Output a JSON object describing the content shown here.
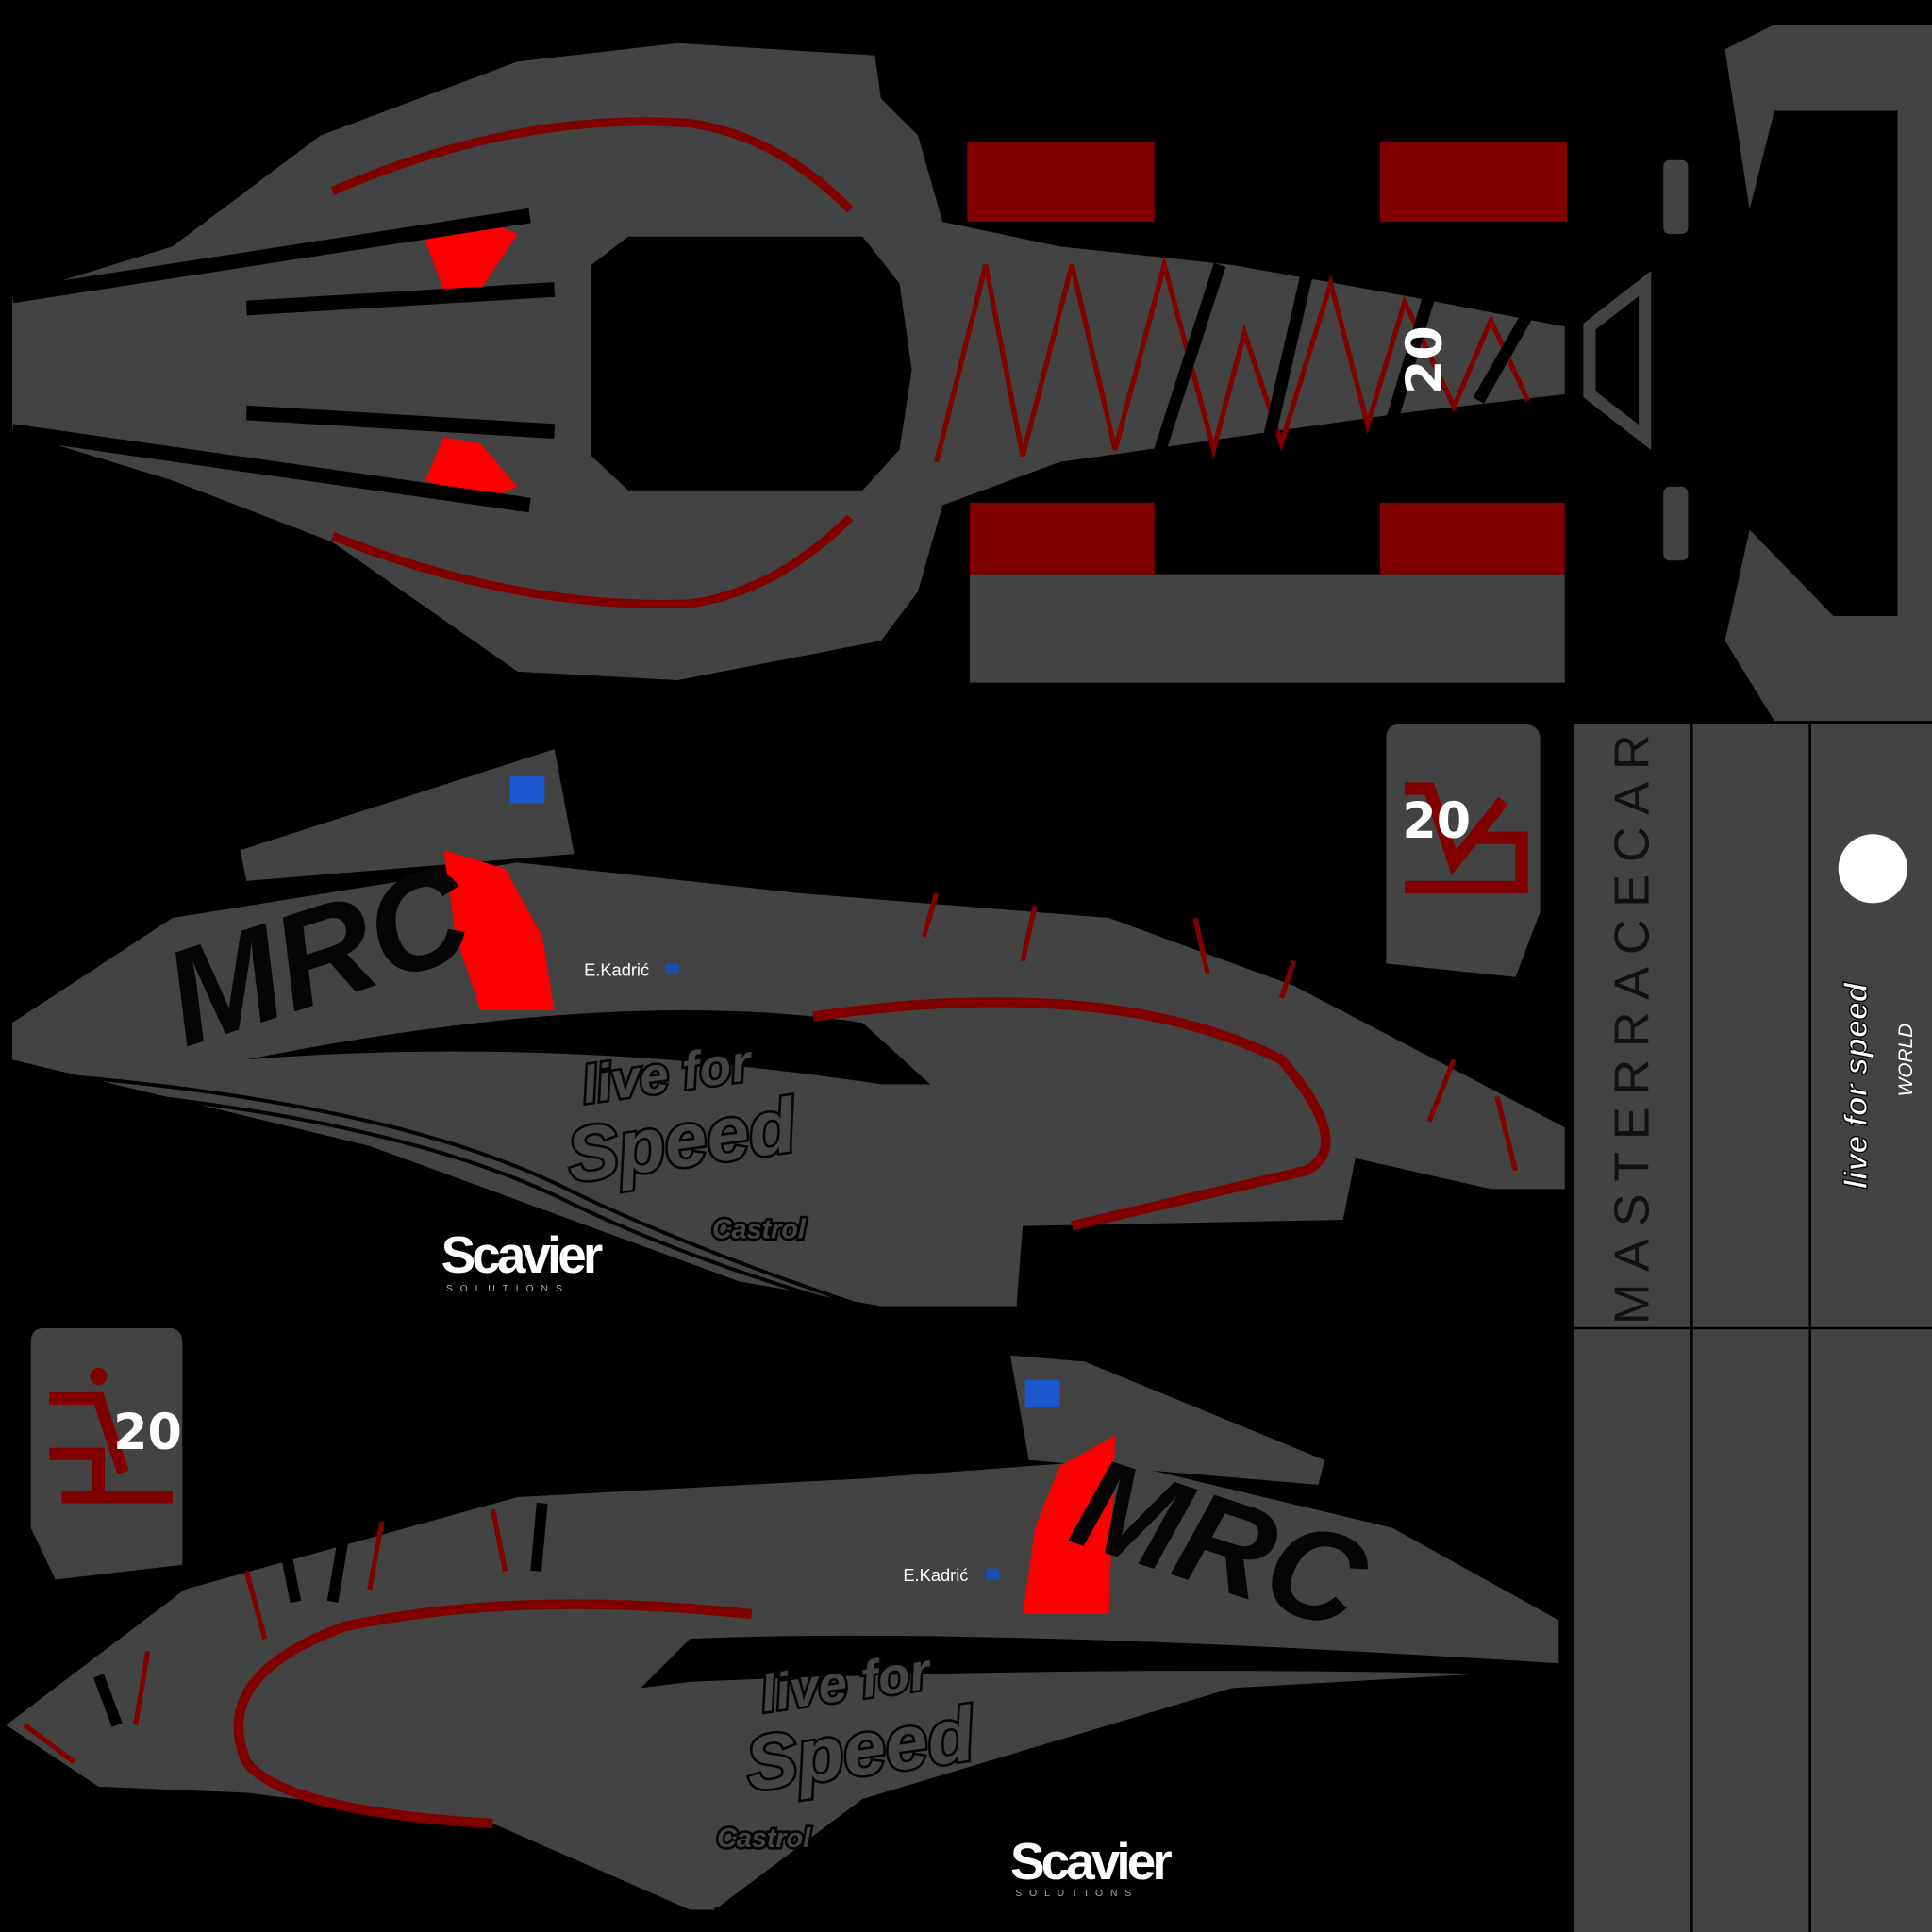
{
  "livery": {
    "car_number": "20",
    "driver_name": "E.Kadrić",
    "team_logo": "MRC",
    "side_banner": "MASTERRACECAR",
    "sponsors": {
      "lfs_line1": "live for",
      "lfs_line2": "Speed",
      "castrol": "Castrol",
      "scavier": "Scavier",
      "scavier_sub": "SOLUTIONS",
      "lfs_world_line1": "live for speed",
      "lfs_world_line2": "WORLD"
    },
    "colors": {
      "body": "#434343",
      "dark_red": "#800000",
      "red": "#ff0000",
      "background": "#000000"
    }
  }
}
